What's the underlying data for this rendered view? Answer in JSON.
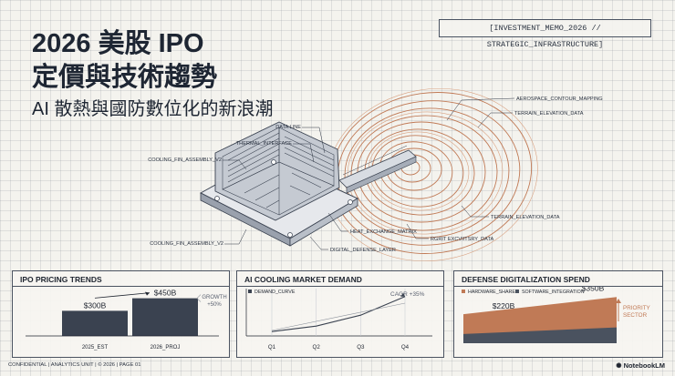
{
  "header": {
    "title_line1": "2026 美股 IPO",
    "title_line2": "定價與技術趨勢",
    "subtitle": "AI 散熱與國防數位化的新浪潮",
    "tag": "[INVESTMENT_MEMO_2026 // STRATEGIC_INFRASTRUCTURE]"
  },
  "hero": {
    "labels": {
      "aerospace": "AEROSPACE_CONTOUR_MAPPING",
      "terrain_top": "TERRAIN_ELEVATION_DATA",
      "data_line": "DATA LINE",
      "thermal": "THERMAL_INTERFACE",
      "fin_top": "COOLING_FIN_ASSEMBLY_V2",
      "terrain_bottom": "TERRAIN_ELEVATION_DATA",
      "heat_matrix": "HEAT_EXCHANGE_MATRIX",
      "fin_bottom": "COOLING_FIN_ASSEMBLY_V2",
      "rgrit": "RGRIT EXCVIITSRY_DATA",
      "digital_defense": "DIGITAL_DEFENSE_LAYER"
    }
  },
  "panels": {
    "ipo": {
      "title": "IPO PRICING TRENDS",
      "growth_label": "GROWTH",
      "growth_value": "+50%"
    },
    "cooling": {
      "title": "AI COOLING MARKET DEMAND",
      "cagr": "CAGR +35%"
    },
    "defense": {
      "title": "DEFENSE DIGITALIZATION SPEND",
      "priority_line1": "PRIORITY",
      "priority_line2": "SECTOR"
    }
  },
  "footer": {
    "left": "CONFIDENTIAL | ANALYTICS UNIT | © 2026 | PAGE 01",
    "brand": "NotebookLM"
  },
  "colors": {
    "navy": "#3a4250",
    "copper": "#c07a56",
    "ink": "#1f2530"
  },
  "chart_data": [
    {
      "type": "bar",
      "title": "IPO PRICING TRENDS",
      "categories": [
        "2025_EST",
        "2026_PROJ"
      ],
      "values": [
        300,
        450
      ],
      "value_labels": [
        "$300B",
        "$450B"
      ],
      "ylim": [
        0,
        500
      ],
      "annotation": "GROWTH +50%"
    },
    {
      "type": "line",
      "title": "AI COOLING MARKET DEMAND",
      "x": [
        "Q1",
        "Q2",
        "Q3",
        "Q4"
      ],
      "series": [
        {
          "name": "DEMAND_CURVE",
          "values": [
            8,
            18,
            38,
            72
          ]
        }
      ],
      "ylim": [
        0,
        80
      ],
      "annotation": "CAGR +35%"
    },
    {
      "type": "area",
      "title": "DEFENSE DIGITALIZATION SPEND",
      "x": [
        0,
        1
      ],
      "series": [
        {
          "name": "HARDWARE_SHARE",
          "values": [
            220,
            350
          ]
        },
        {
          "name": "SOFTWARE_INTEGRATION",
          "values": [
            70,
            120
          ]
        }
      ],
      "value_labels": [
        "$220B",
        "$350B"
      ],
      "ylim": [
        0,
        400
      ],
      "annotation": "PRIORITY SECTOR"
    }
  ]
}
